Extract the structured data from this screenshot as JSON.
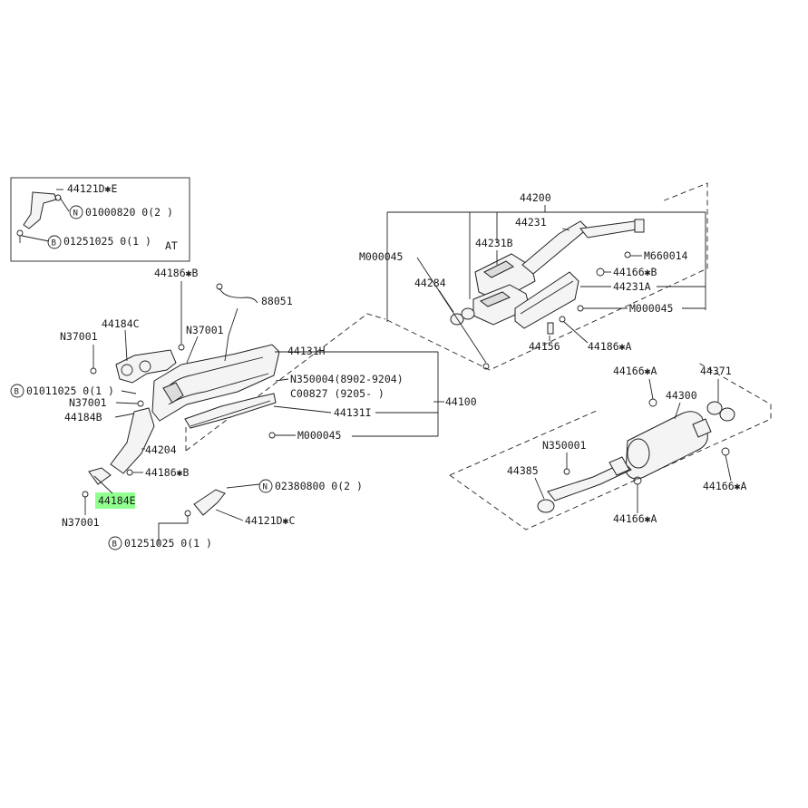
{
  "labels": {
    "l44121DE": "44121D✱E",
    "l01000820": "01000820 0(2 )",
    "l0125a": "01251025 0(1 )",
    "lAT": "AT",
    "l44186B_top": "44186✱B",
    "l88051": "88051",
    "l44184C": "44184C",
    "lN37001_a": "N37001",
    "lN37001_b": "N37001",
    "l44131H": "44131H",
    "l0101": "01011025 0(1 )",
    "lN37001_c": "N37001",
    "l44184B": "44184B",
    "lN350004": "N350004(8902-9204)",
    "lC00827": "C00827 (9205-    )",
    "l44131I": "44131I",
    "l44100": "44100",
    "lM000045_b": "M000045",
    "l44204": "44204",
    "l44186B_mid": "44186✱B",
    "l44184E": "44184E",
    "lN37001_d": "N37001",
    "l0238": "02380800 0(2 )",
    "l44121DC": "44121D✱C",
    "l0125b": "01251025 0(1 )",
    "l44200": "44200",
    "l44231": "44231",
    "l44231B": "44231B",
    "lM000045_a": "M000045",
    "lM660014": "M660014",
    "l44166B": "44166✱B",
    "l44284": "44284",
    "l44231A": "44231A",
    "lM000045_c": "M000045",
    "l44156": "44156",
    "l44186A": "44186✱A",
    "l44166A_top": "44166✱A",
    "l44371": "44371",
    "l44300": "44300",
    "lN350001": "N350001",
    "l44385": "44385",
    "l44166A_right": "44166✱A",
    "l44166A_bot": "44166✱A"
  },
  "markers": {
    "n": "N",
    "b": "B"
  },
  "colors": {
    "highlight": "#7dff7d",
    "line": "#222222"
  }
}
